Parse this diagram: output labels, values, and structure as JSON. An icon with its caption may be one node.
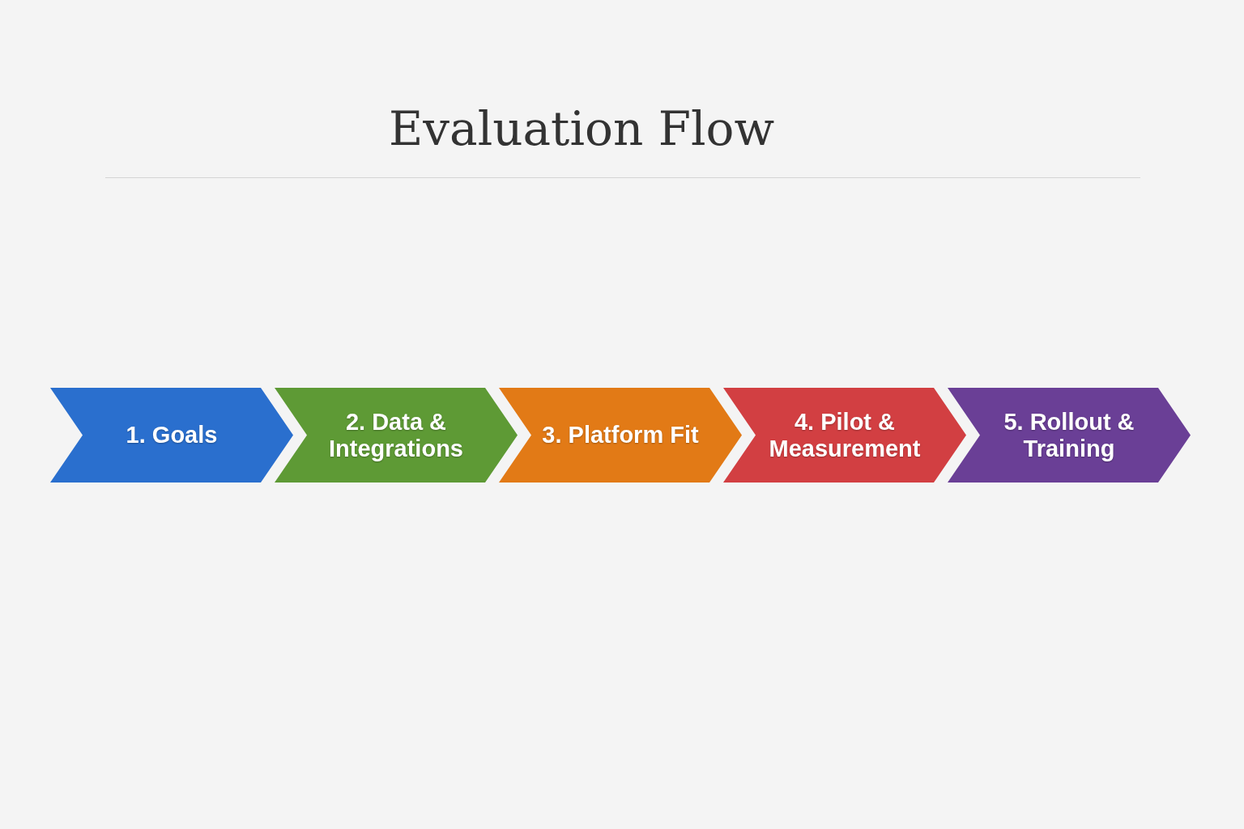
{
  "diagram": {
    "title": "Evaluation Flow",
    "nodes": [
      {
        "text": [
          "1. Goals"
        ]
      },
      {
        "text": [
          "2. Data & Integrations"
        ]
      },
      {
        "text": [
          "3. Platform Fit"
        ]
      },
      {
        "text": [
          "4. Pilot & Measurement"
        ]
      },
      {
        "text": [
          "5. Rollout & Training"
        ]
      }
    ],
    "edges": []
  }
}
